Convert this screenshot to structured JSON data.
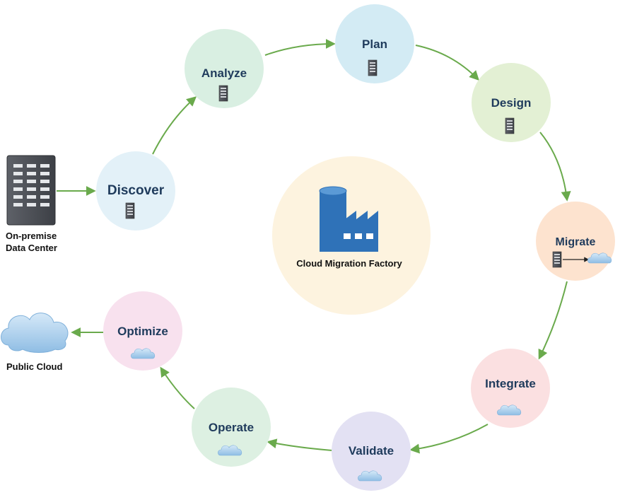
{
  "source": {
    "label_line1": "On-premise",
    "label_line2": "Data Center"
  },
  "destination": {
    "label": "Public Cloud"
  },
  "center": {
    "label": "Cloud Migration Factory"
  },
  "stages": [
    {
      "id": "discover",
      "label": "Discover",
      "icon": "server-icon",
      "color": "#e3f1f8"
    },
    {
      "id": "analyze",
      "label": "Analyze",
      "icon": "server-icon",
      "color": "#d9efe2"
    },
    {
      "id": "plan",
      "label": "Plan",
      "icon": "server-icon",
      "color": "#d3ebf4"
    },
    {
      "id": "design",
      "label": "Design",
      "icon": "server-icon",
      "color": "#e3f0d4"
    },
    {
      "id": "migrate",
      "label": "Migrate",
      "icon": "server-to-cloud-icon",
      "color": "#fde3cf"
    },
    {
      "id": "integrate",
      "label": "Integrate",
      "icon": "cloud-icon",
      "color": "#fbe0e1"
    },
    {
      "id": "validate",
      "label": "Validate",
      "icon": "cloud-icon",
      "color": "#e3e1f3"
    },
    {
      "id": "operate",
      "label": "Operate",
      "icon": "cloud-icon",
      "color": "#ddf0e2"
    },
    {
      "id": "optimize",
      "label": "Optimize",
      "icon": "cloud-icon",
      "color": "#f8e1ee"
    }
  ],
  "colors": {
    "arrow": "#6aaa4c",
    "center_circle": "#fdf3df",
    "factory": "#2f72b8",
    "label": "#1f3b5c",
    "cloud": "#a9cdea"
  }
}
